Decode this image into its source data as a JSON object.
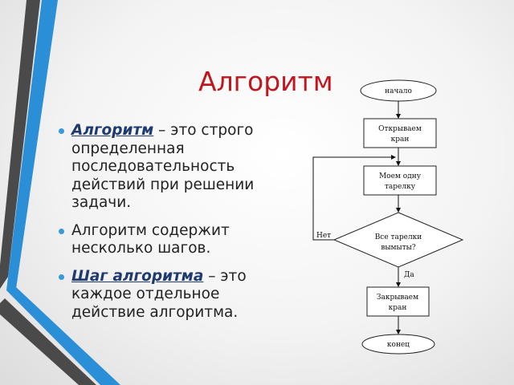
{
  "slide": {
    "title": "Алгоритм",
    "bullets": [
      {
        "term": "Алгоритм",
        "text": " – это строго определенная последовательность действий при решении задачи."
      },
      {
        "term": "",
        "text": "Алгоритм содержит несколько шагов."
      },
      {
        "term": "Шаг алгоритма",
        "text": " – это каждое отдельное действие алгоритма."
      }
    ]
  },
  "flowchart": {
    "start": "начало",
    "step1": [
      "Открываем",
      "кран"
    ],
    "step2": [
      "Моем одну",
      "тарелку"
    ],
    "decision": [
      "Все тарелки",
      "вымыты?"
    ],
    "no_label": "Нет",
    "yes_label": "Да",
    "step3": [
      "Закрываем",
      "кран"
    ],
    "end": "конец"
  },
  "colors": {
    "title": "#c0161c",
    "term": "#1f3a6e",
    "bullet": "#3a9ad9",
    "stripe_blue": "#2a8fd6",
    "stripe_dark": "#4a4a4a"
  }
}
